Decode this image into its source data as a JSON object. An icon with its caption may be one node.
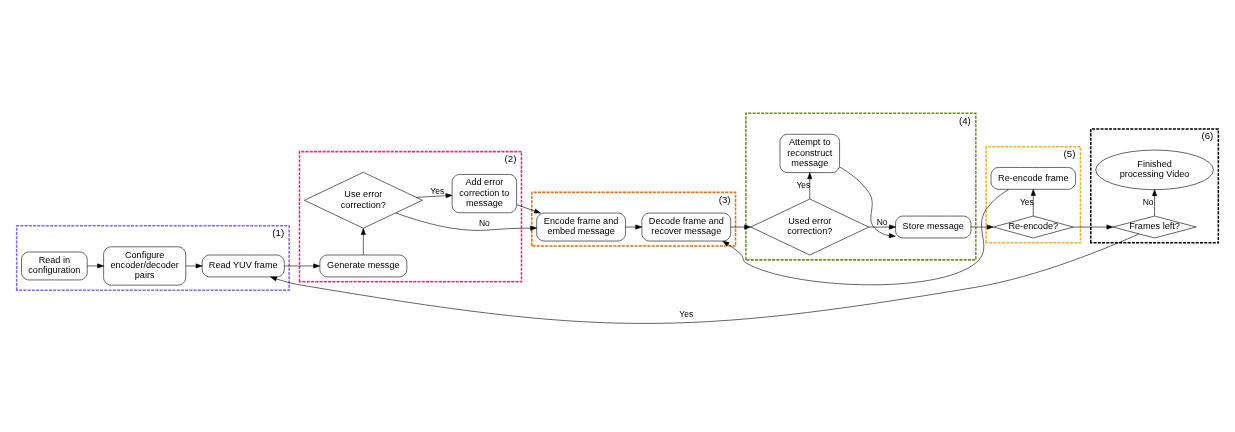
{
  "diagram": {
    "nodes": [
      {
        "text": [
          "(1)"
        ]
      },
      {
        "text": [
          "Read in configuration"
        ],
        "in": 0
      },
      {
        "text": [
          "Configure encoder/decoder pairs"
        ],
        "in": 0
      },
      {
        "text": [
          "Read YUV frame"
        ],
        "in": 0
      },
      {
        "text": [
          "(2)"
        ]
      },
      {
        "text": [
          "Generate messge"
        ],
        "in": 4
      },
      {
        "text": [
          "Use error correction?"
        ],
        "in": 4
      },
      {
        "text": [
          "Add error correction to message"
        ],
        "in": 4
      },
      {
        "text": [
          "(3)"
        ]
      },
      {
        "text": [
          "Encode frame and embed message"
        ],
        "in": 8
      },
      {
        "text": [
          "Decode frame and recover message"
        ],
        "in": 8
      },
      {
        "text": [
          "(4)"
        ]
      },
      {
        "text": [
          "Used error correction?"
        ],
        "in": 11
      },
      {
        "text": [
          "Store message"
        ],
        "in": 11
      },
      {
        "text": [
          "Attempt to reconstruct message"
        ],
        "in": 11
      },
      {
        "text": [
          "(5)"
        ]
      },
      {
        "text": [
          "Re-encode frame"
        ],
        "in": 15
      },
      {
        "text": [
          "Re-encode?"
        ],
        "in": 15
      },
      {
        "text": [
          "(6)"
        ]
      },
      {
        "text": [
          "Frames left?"
        ],
        "in": 18
      },
      {
        "text": [
          "Finished processing Video"
        ],
        "in": 18
      }
    ],
    "edges": [
      {
        "from": 1,
        "to": 2,
        "arrow": "to"
      },
      {
        "from": 2,
        "to": 3,
        "arrow": "to"
      },
      {
        "from": 3,
        "to": 5,
        "arrow": "to"
      },
      {
        "from": 5,
        "to": 6,
        "arrow": "to"
      },
      {
        "from": 6,
        "to": 7,
        "arrow": "to",
        "label": "Yes"
      },
      {
        "from": 6,
        "to": 9,
        "arrow": "to",
        "label": "No"
      },
      {
        "from": 7,
        "to": 9,
        "arrow": "to"
      },
      {
        "from": 9,
        "to": 10,
        "arrow": "to"
      },
      {
        "from": 10,
        "to": 12,
        "arrow": "to"
      },
      {
        "from": 12,
        "to": 13,
        "arrow": "to",
        "label": "No"
      },
      {
        "from": 12,
        "to": 14,
        "arrow": "to",
        "label": "Yes"
      },
      {
        "from": 14,
        "to": 13,
        "arrow": "to"
      },
      {
        "from": 13,
        "to": 17,
        "arrow": "to"
      },
      {
        "from": 17,
        "to": 16,
        "arrow": "to",
        "label": "Yes"
      },
      {
        "from": 16,
        "to": 10,
        "arrow": "to"
      },
      {
        "from": 17,
        "to": 19,
        "arrow": "to"
      },
      {
        "from": 19,
        "to": 3,
        "arrow": "to",
        "label": "Yes"
      },
      {
        "from": 19,
        "to": 20,
        "arrow": "to",
        "label": "No"
      }
    ]
  }
}
